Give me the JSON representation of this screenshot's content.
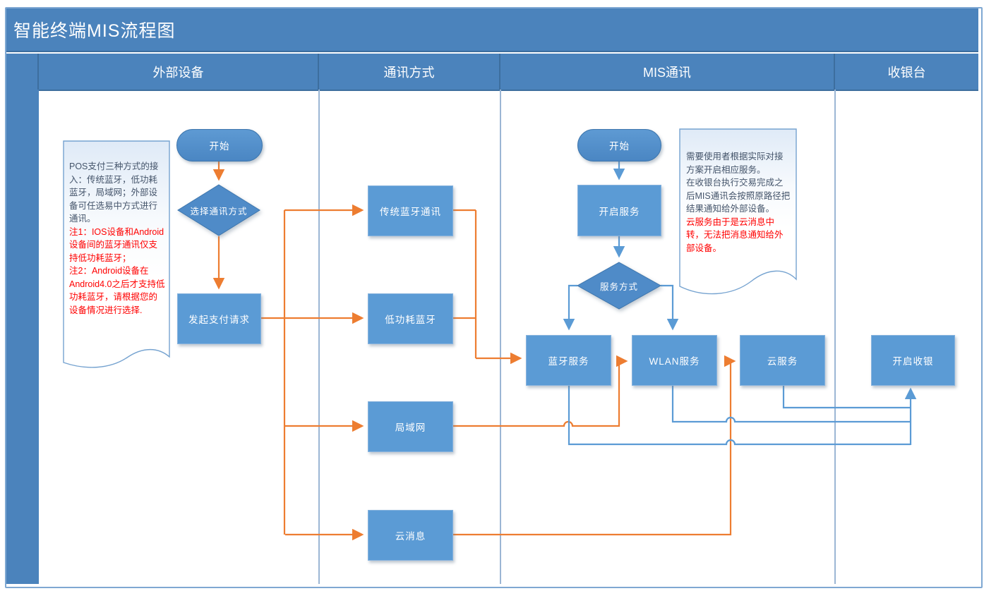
{
  "title": "智能终端MIS流程图",
  "lanes": [
    {
      "label": "外部设备"
    },
    {
      "label": "通讯方式"
    },
    {
      "label": "MIS通讯"
    },
    {
      "label": "收银台"
    }
  ],
  "nodes": {
    "ext_start": {
      "label": "开始",
      "type": "start"
    },
    "choose_comm": {
      "label": "选择通讯方式",
      "type": "decision"
    },
    "initiate_payment": {
      "label": "发起支付请求",
      "type": "process"
    },
    "classic_bt": {
      "label": "传统蓝牙通讯",
      "type": "process"
    },
    "ble": {
      "label": "低功耗蓝牙",
      "type": "process"
    },
    "lan": {
      "label": "局域网",
      "type": "process"
    },
    "cloud_msg": {
      "label": "云消息",
      "type": "process"
    },
    "mis_start": {
      "label": "开始",
      "type": "start"
    },
    "open_service": {
      "label": "开启服务",
      "type": "process"
    },
    "service_mode": {
      "label": "服务方式",
      "type": "decision"
    },
    "bt_service": {
      "label": "蓝牙服务",
      "type": "process"
    },
    "wlan_service": {
      "label": "WLAN服务",
      "type": "process"
    },
    "cloud_service": {
      "label": "云服务",
      "type": "process"
    },
    "open_cashier": {
      "label": "开启收银",
      "type": "process"
    }
  },
  "notes": {
    "external": {
      "primary": "POS支付三种方式的接入：传统蓝牙，低功耗蓝牙，局域网；外部设备可任选易中方式进行通讯。",
      "note1": "注1：IOS设备和Android设备间的蓝牙通讯仅支持低功耗蓝牙；",
      "note2": "注2：Android设备在Android4.0之后才支持低功耗蓝牙，请根据您的设备情况进行选择."
    },
    "mis": {
      "primary": "需要使用者根据实际对接方案开启相应服务。",
      "secondary": "在收银台执行交易完成之后MIS通讯会按照原路径把结果通知给外部设备。",
      "warning": "云服务由于是云消息中转，无法把消息通知给外部设备。"
    }
  },
  "colors": {
    "band_blue": "#4b83bc",
    "shape_blue": "#5b9bd5",
    "shape_border": "#3e76ad",
    "connector_orange": "#ed7d31",
    "connector_blue": "#5b9bd5",
    "lane_line": "#9cb6d4",
    "note_border": "#76a3d0",
    "note_text": "#44546a",
    "note_warning": "#ff0000"
  }
}
